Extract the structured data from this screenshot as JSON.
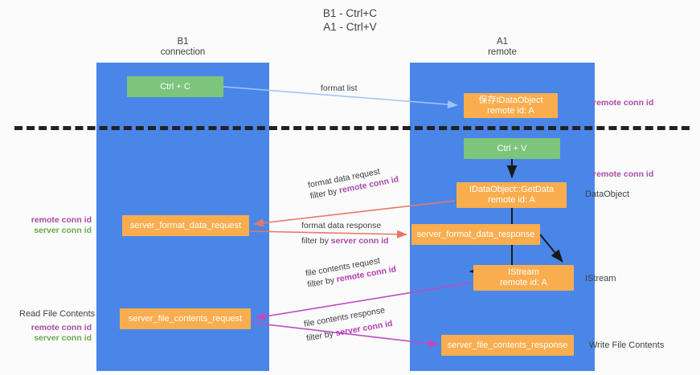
{
  "title": {
    "line1": "B1 - Ctrl+C",
    "line2": "A1 - Ctrl+V"
  },
  "lanes": [
    {
      "id": "b1",
      "name": "B1",
      "sub": "connection",
      "color": "#4a86e8"
    },
    {
      "id": "a1",
      "name": "A1",
      "sub": "remote",
      "color": "#4a86e8"
    }
  ],
  "nodes": {
    "ctrl_c": {
      "line1": "Ctrl + C",
      "line2": "",
      "color": "#7dc47d"
    },
    "save_idataobject": {
      "line1": "保存IDataObject",
      "line2": "remote id: A",
      "color": "#f9ad4e"
    },
    "ctrl_v": {
      "line1": "Ctrl + V",
      "line2": "",
      "color": "#7dc47d"
    },
    "getdata": {
      "line1": "IDataObject::GetData",
      "line2": "remote id: A",
      "color": "#f9ad4e"
    },
    "server_format_data_request": {
      "line1": "server_format_data_request",
      "line2": "",
      "color": "#f9ad4e"
    },
    "server_format_data_response": {
      "line1": "server_format_data_response",
      "line2": "",
      "color": "#f9ad4e"
    },
    "istream": {
      "line1": "IStream",
      "line2": "remote id: A",
      "color": "#f9ad4e"
    },
    "server_file_contents_request": {
      "line1": "server_file_contents_request",
      "line2": "",
      "color": "#f9ad4e"
    },
    "server_file_contents_response": {
      "line1": "server_file_contents_response",
      "line2": "",
      "color": "#f9ad4e"
    }
  },
  "edge_labels": {
    "format_list": {
      "line1": "format list",
      "line2": "",
      "line2_hl": ""
    },
    "format_data_request": {
      "line1": "format data request",
      "line2": "filter by ",
      "line2_hl": "remote conn id"
    },
    "format_data_response": {
      "line1": "format data response",
      "line2": "filter by ",
      "line2_hl": "server conn id"
    },
    "file_contents_request": {
      "line1": "file contents request",
      "line2": "filter by ",
      "line2_hl": "remote conn id"
    },
    "file_contents_response": {
      "line1": "file contents response",
      "line2": "filter by ",
      "line2_hl": "server conn id"
    }
  },
  "annotations": {
    "right_remote_conn_1": "remote conn id",
    "right_remote_conn_2": "remote conn id",
    "dataobject": "DataObject",
    "istream": "IStream",
    "write_file_contents": "Write File Contents",
    "read_file_contents": "Read File Contents",
    "left_group_1": {
      "purple": "remote conn id",
      "green": "server conn id"
    },
    "left_group_2": {
      "purple": "remote conn id",
      "green": "server conn id"
    }
  },
  "colors": {
    "lane": "#4a86e8",
    "green_node": "#7dc47d",
    "orange_node": "#f9ad4e",
    "purple_text": "#a64ca6",
    "green_text": "#6aa84f",
    "red_arrow": "#e8776a",
    "magenta_arrow": "#c04bc0",
    "blue_arrow": "#9fc5f8",
    "dark_arrow": "#1a1a1a",
    "background": "#fbfbfb"
  }
}
